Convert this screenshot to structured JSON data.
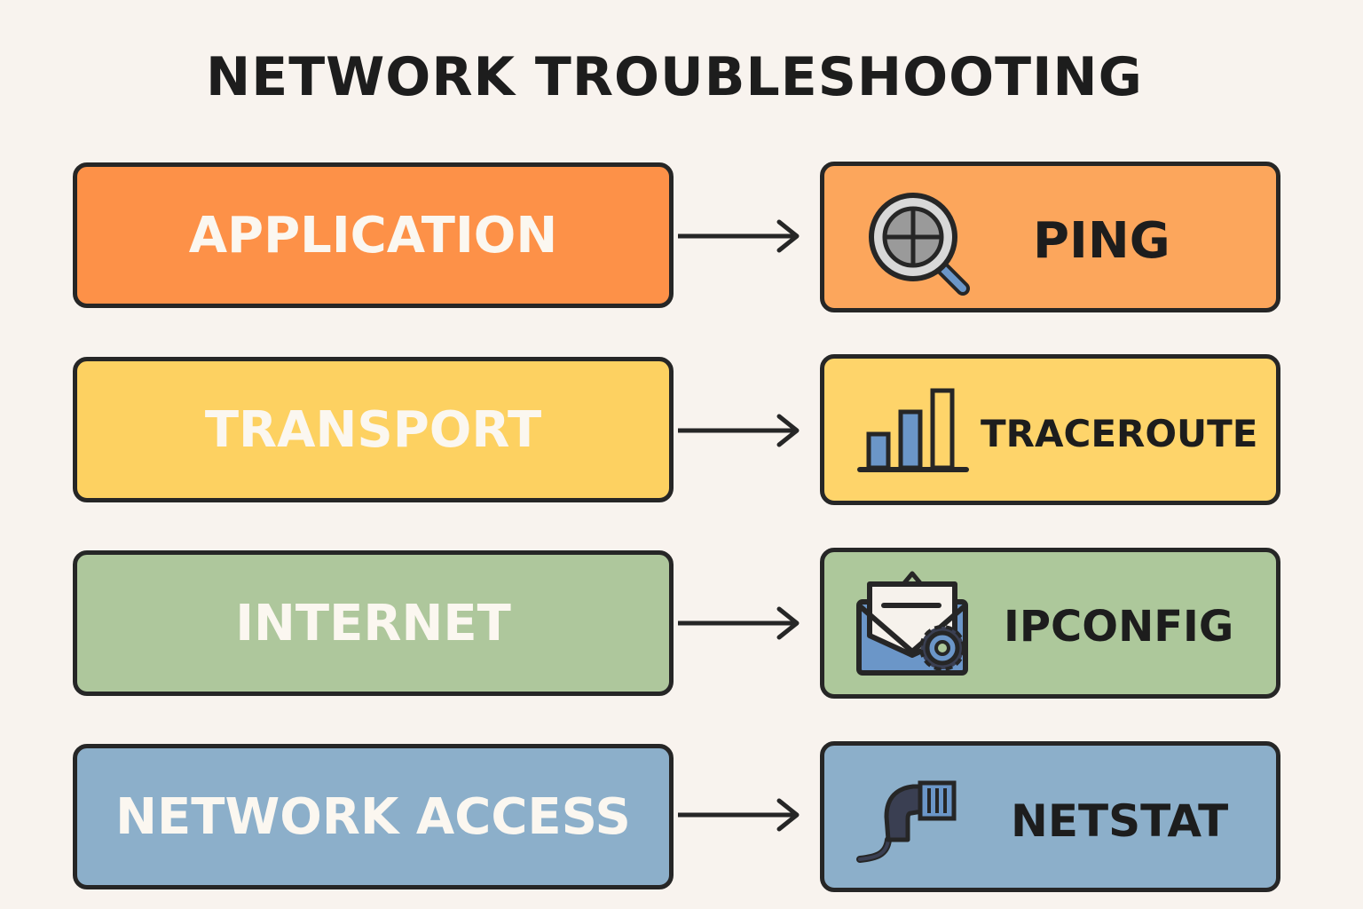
{
  "title": "NETWORK TROUBLESHOOTING",
  "rows": [
    {
      "layer": "APPLICATION",
      "tool": "PING",
      "tool_icon": "magnifier-globe-icon",
      "layer_color": "#fd9148",
      "tool_color": "#fca65c"
    },
    {
      "layer": "TRANSPORT",
      "tool": "TRACEROUTE",
      "tool_icon": "bar-chart-icon",
      "layer_color": "#fdd161",
      "tool_color": "#fed46a"
    },
    {
      "layer": "INTERNET",
      "tool": "IPCONFIG",
      "tool_icon": "envelope-gear-icon",
      "layer_color": "#aec79c",
      "tool_color": "#adc89b"
    },
    {
      "layer": "NETWORK ACCESS",
      "tool": "NETSTAT",
      "tool_icon": "network-cable-icon",
      "layer_color": "#8cafca",
      "tool_color": "#8cafca"
    }
  ],
  "colors": {
    "outline": "#262626",
    "icon_blue": "#6b96c8",
    "icon_dark": "#3a3f52"
  }
}
